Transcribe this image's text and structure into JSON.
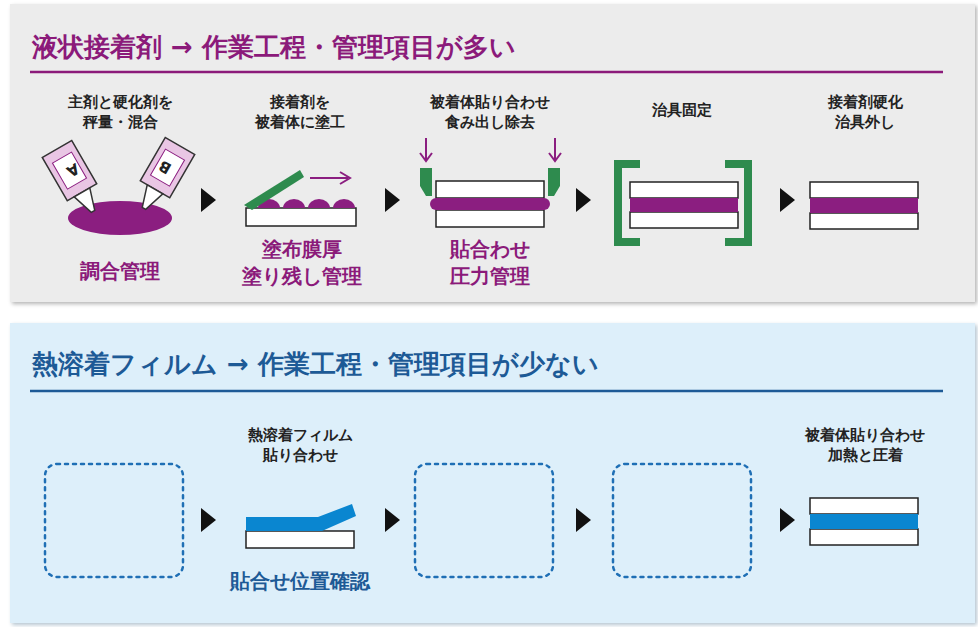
{
  "diagram": {
    "nodes": [
      {
        "text": [
          "液状接着剤 → 作業工程・管理項目が多い"
        ]
      },
      {
        "text": [
          "熱溶着フィルム → 作業工程・管理項目が少ない"
        ]
      }
    ],
    "labels": [
      "主剤と硬化剤を 秤量・混合",
      "A",
      "B",
      "調合管理",
      "接着剤を 被着体に塗工",
      "塗布膜厚 塗り残し管理",
      "被着体貼り合わせ 食み出し除去",
      "貼合わせ 圧力管理",
      "治具固定",
      "接着剤硬化 治具外し",
      "熱溶着フィルム 貼り合わせ",
      "貼合せ位置確認",
      "被着体貼り合わせ 加熱と圧着"
    ]
  }
}
